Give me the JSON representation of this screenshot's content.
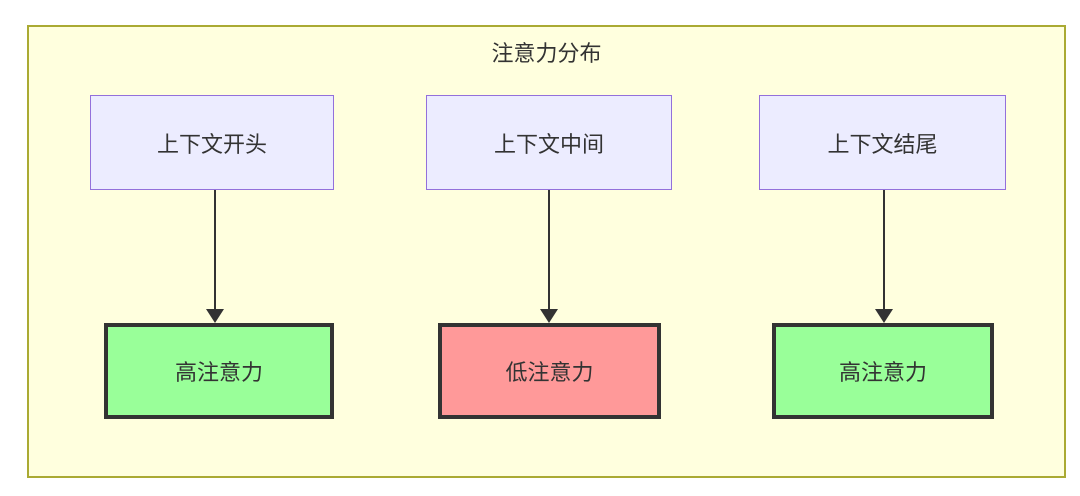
{
  "diagram": {
    "title": "注意力分布",
    "top_nodes": [
      {
        "label": "上下文开头"
      },
      {
        "label": "上下文中间"
      },
      {
        "label": "上下文结尾"
      }
    ],
    "bottom_nodes": [
      {
        "label": "高注意力",
        "level": "high"
      },
      {
        "label": "低注意力",
        "level": "low"
      },
      {
        "label": "高注意力",
        "level": "high"
      }
    ],
    "edges": [
      {
        "from": "上下文开头",
        "to": "高注意力"
      },
      {
        "from": "上下文中间",
        "to": "低注意力"
      },
      {
        "from": "上下文结尾",
        "to": "高注意力"
      }
    ],
    "colors": {
      "container_fill": "#ffffde",
      "container_border": "#aaaa33",
      "top_fill": "#ececff",
      "top_border": "#9370db",
      "high_fill": "#99ff99",
      "low_fill": "#ff9999",
      "dark_border": "#333333",
      "arrow": "#333333",
      "text": "#333333"
    }
  }
}
